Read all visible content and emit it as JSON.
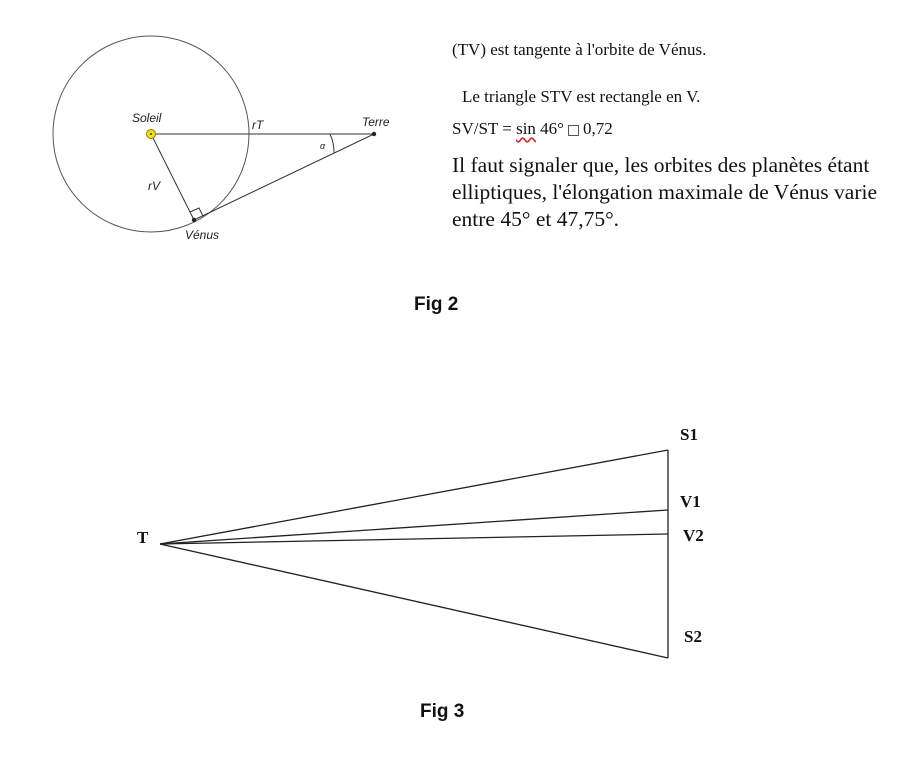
{
  "fig2": {
    "caption": "Fig 2",
    "labels": {
      "soleil": "Soleil",
      "terre": "Terre",
      "venus": "Vénus",
      "rT": "rT",
      "rV": "rV",
      "angle": "α"
    },
    "line1": "(TV) est tangente à l'orbite de Vénus.",
    "line2": "Le triangle STV est rectangle en V.",
    "line3_prefix": "SV/ST = ",
    "line3_sin": "sin",
    "line3_mid": " 46°",
    "line3_suffix": "0,72",
    "paragraph": "Il faut signaler que, les orbites des planètes étant elliptiques, l'élongation maximale de Vénus varie entre 45° et 47,75°."
  },
  "fig3": {
    "caption": "Fig 3",
    "labels": {
      "T": "T",
      "S1": "S1",
      "V1": "V1",
      "V2": "V2",
      "S2": "S2"
    }
  },
  "colors": {
    "sun": "#f0e020",
    "line": "#222222"
  }
}
